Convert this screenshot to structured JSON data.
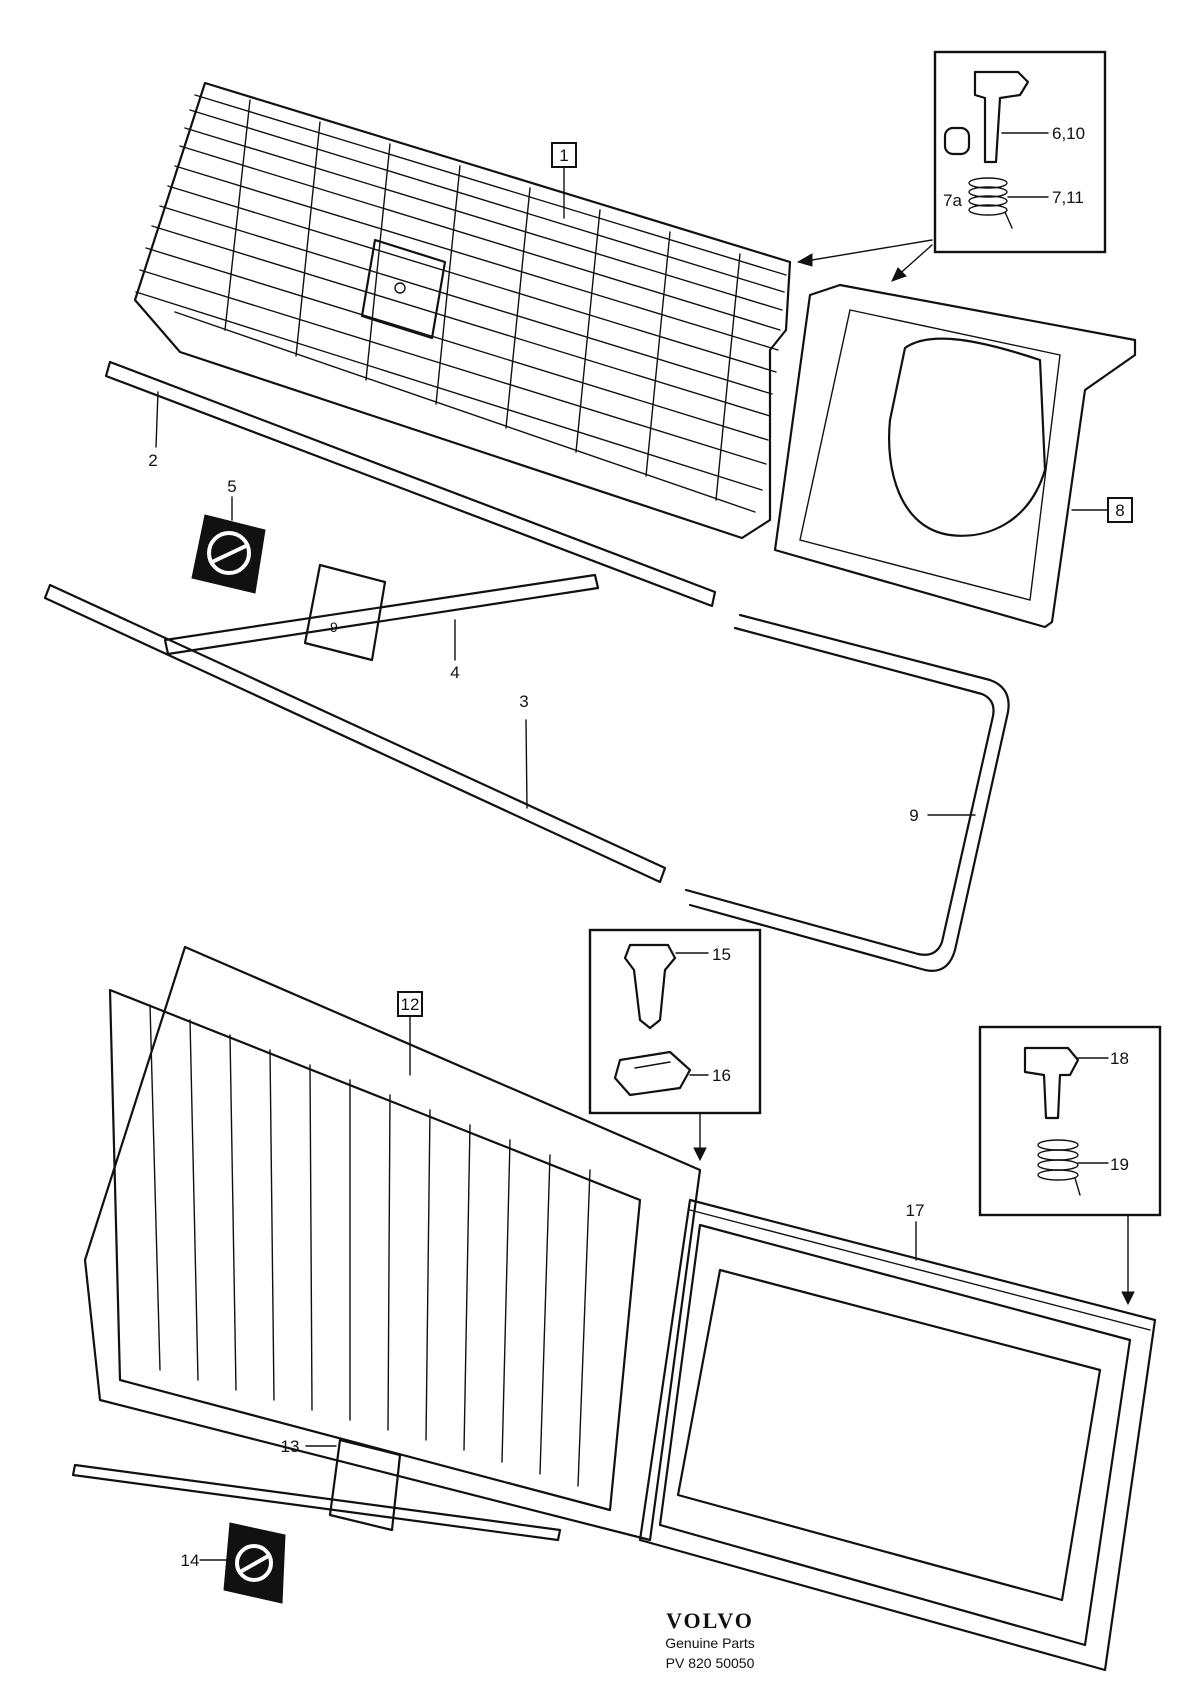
{
  "callouts": {
    "grille_upper": "1",
    "trim_upper": "2",
    "trim_lower": "3",
    "emblem_bar": "4",
    "badge_upper": "5",
    "clip_6_10": "6,10",
    "bushing_7a": "7a",
    "spring_7_11": "7,11",
    "headlamp_frame": "8",
    "trim_frame": "9",
    "grille_lower": "12",
    "emblem_lower": "13",
    "badge_lower": "14",
    "clip_15": "15",
    "clip_16": "16",
    "headlamp_frame_lower": "17",
    "clip_18": "18",
    "spring_19": "19"
  },
  "footer": {
    "brand": "VOLVO",
    "tagline": "Genuine Parts",
    "code": "PV 820 50050"
  },
  "icons": [
    "volvo-badge-icon",
    "clip-icon",
    "spring-icon"
  ]
}
